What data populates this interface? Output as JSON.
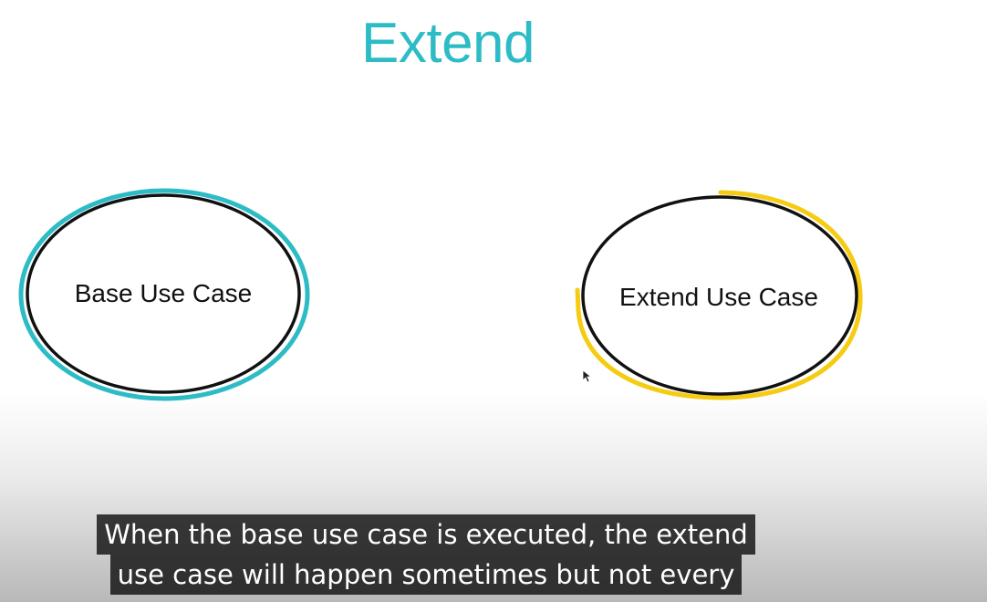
{
  "slide": {
    "title": "Extend",
    "title_color": "#2dbcc6"
  },
  "diagram": {
    "nodes": [
      {
        "id": "base",
        "label": "Base Use Case",
        "highlight_color": "#2dbcc6"
      },
      {
        "id": "extend",
        "label": "Extend Use Case",
        "highlight_color": "#f5cc12"
      }
    ]
  },
  "captions": {
    "line1": "When the base use case is executed, the extend",
    "line2": "use case will happen sometimes but not every"
  }
}
